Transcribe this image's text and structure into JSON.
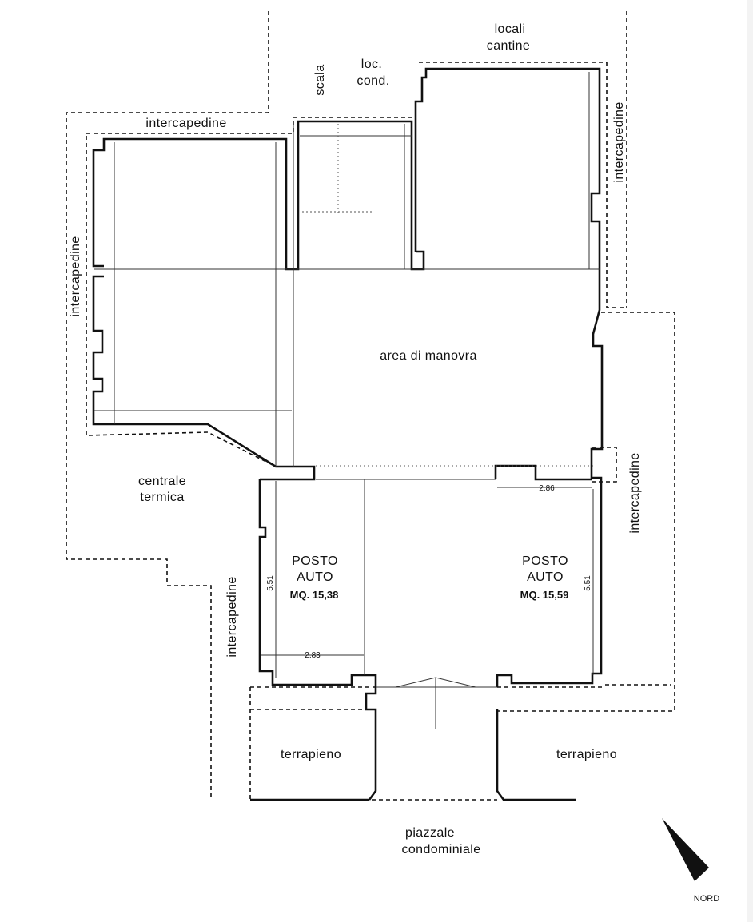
{
  "labels": {
    "locali_cantine": [
      "locali",
      "cantine"
    ],
    "scala": "scala",
    "loc_cond": [
      "loc.",
      "cond."
    ],
    "intercapedine": "intercapedine",
    "area_manovra": "area di manovra",
    "centrale_termica": [
      "centrale",
      "termica"
    ],
    "terrapieno": "terrapieno",
    "piazzale": [
      "piazzale",
      "condominiale"
    ],
    "nord": "NORD"
  },
  "parking": [
    {
      "title": [
        "POSTO",
        "AUTO"
      ],
      "area": "MQ. 15,38",
      "depth": "5.51",
      "width": "2.83"
    },
    {
      "title": [
        "POSTO",
        "AUTO"
      ],
      "area": "MQ. 15,59",
      "depth": "5.51",
      "width": "2.86"
    }
  ]
}
